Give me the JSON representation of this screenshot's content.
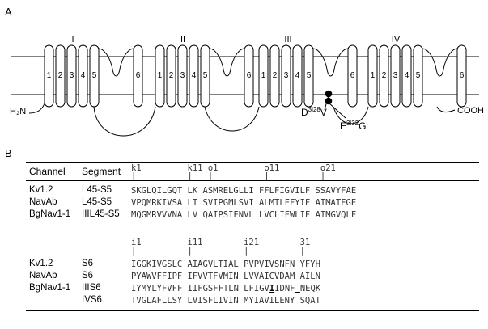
{
  "panel_a": {
    "label": "A",
    "domains": [
      "I",
      "II",
      "III",
      "IV"
    ],
    "segment_numbers": [
      "1",
      "2",
      "3",
      "4",
      "5",
      "6"
    ],
    "n_terminus": "H₂N",
    "c_terminus": "COOH",
    "mutations": [
      {
        "base": "D",
        "sup": "3i28",
        "residue": "V"
      },
      {
        "base": "E",
        "sup": "3i32",
        "residue": "G"
      }
    ]
  },
  "panel_b": {
    "label": "B",
    "headers": {
      "channel": "Channel",
      "segment": "Segment"
    },
    "block1": {
      "positions": "k1         k11 o1         o11        o21",
      "ticks": "|          |   |          |          |",
      "rows": [
        {
          "channel": "Kv1.2",
          "segment": "L45-S5",
          "sequence": "SKGLQILGQT LK ASMRELGLLI FFLFIGVILF SSAVYFAE"
        },
        {
          "channel": "NavAb",
          "segment": "L45-S5",
          "sequence": "VPQMRKIVSA LI SVIPGMLSVI ALMTLFFYIF AIMATFGE"
        },
        {
          "channel": "BgNav1-1",
          "segment": "IIIL45-S5",
          "sequence": "MQGMRVVVNA LV QAIPSIFNVL LVCLIFWLIF AIMGVQLF"
        }
      ]
    },
    "block2": {
      "positions": "i1         i11        i21        31",
      "ticks": "|          |          |          |",
      "rows": [
        {
          "channel": "Kv1.2",
          "segment": "S6",
          "sequence": "IGGKIVGSLC AIAGVLTIAL PVPVIVSNFN YFYH"
        },
        {
          "channel": "NavAb",
          "segment": "S6",
          "sequence": "PYAWVFFIPF IFVVTFVMIN LVVAICVDAM AILN"
        },
        {
          "channel": "BgNav1-1",
          "segment": "IIIS6",
          "sequence": "IYMYLYFVFF IIFGSFFTLN LFIGVIIDNF NEQK"
        },
        {
          "channel": "",
          "segment": "IVS6",
          "sequence": "TVGLAFLLSY LVISFLIVIN MYIAVILENY SQAT"
        }
      ]
    }
  }
}
